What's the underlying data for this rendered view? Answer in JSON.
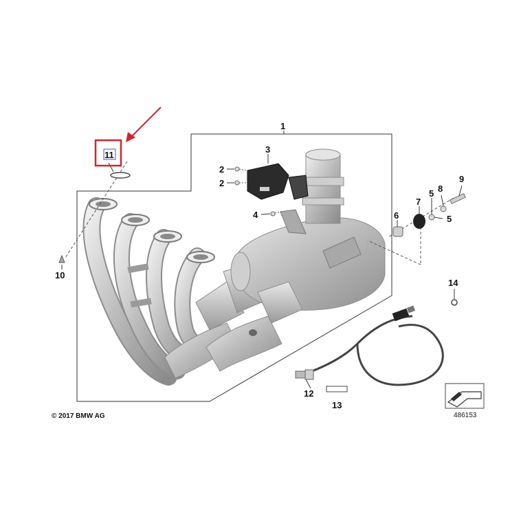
{
  "parts": {
    "p1": "1",
    "p2a": "2",
    "p2b": "2",
    "p3": "3",
    "p4": "4",
    "p5a": "5",
    "p5b": "5",
    "p6": "6",
    "p7": "7",
    "p8": "8",
    "p9": "9",
    "p10": "10",
    "p11": "11",
    "p12": "12",
    "p13": "13",
    "p14": "14"
  },
  "copyright": "© 2017 BMW AG",
  "diagram_number": "486153",
  "colors": {
    "highlight": "#d4242b",
    "selection": "#2f5fd0",
    "pipe_light": "#d9d9d9",
    "pipe_dark": "#8c8c8c",
    "heat_shield": "#2b2b2b"
  }
}
